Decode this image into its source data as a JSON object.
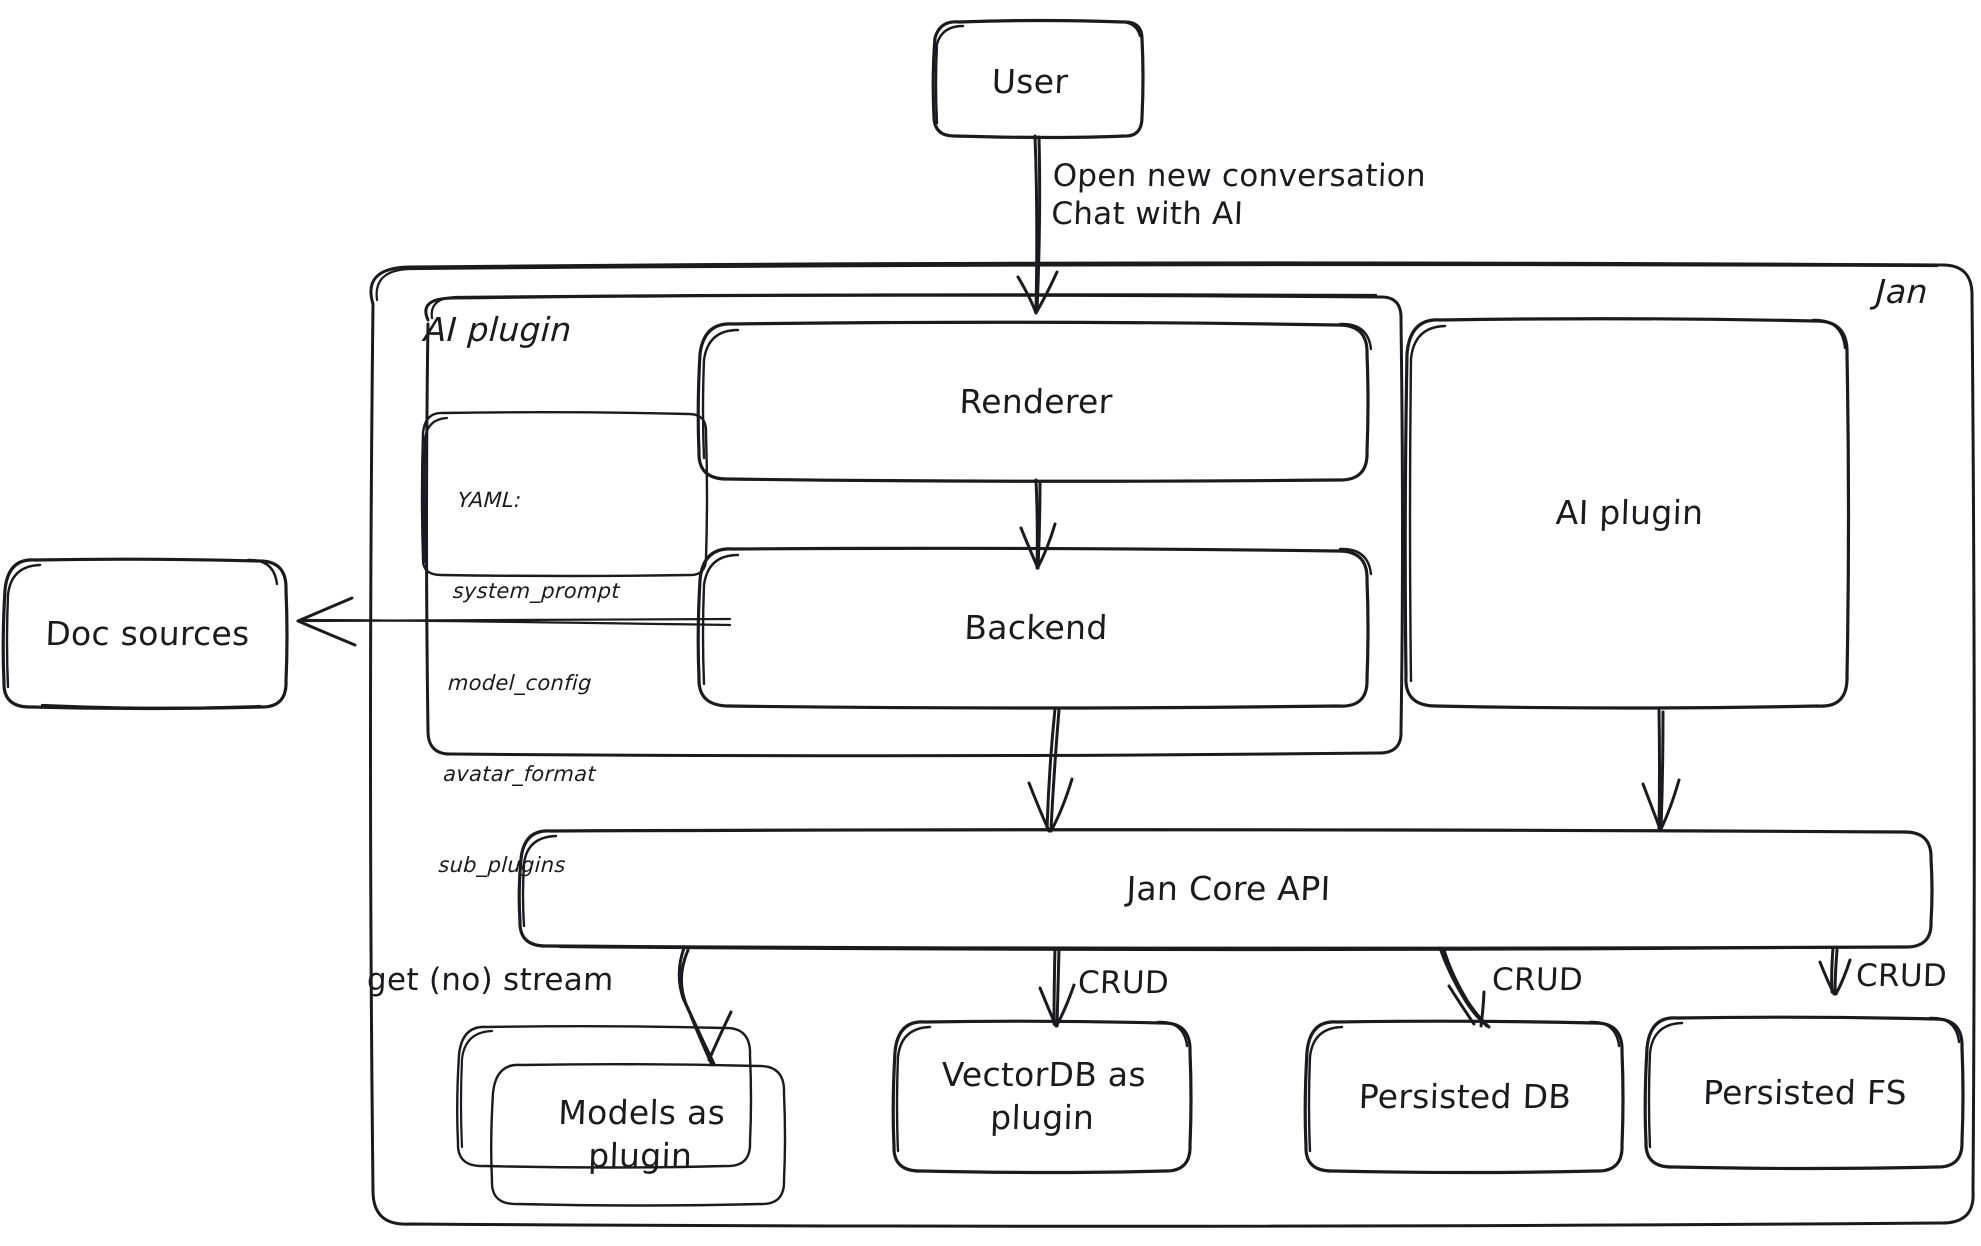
{
  "diagram": {
    "title": "Jan architecture overview",
    "style": "hand-drawn",
    "background_color": "#ffffff",
    "stroke_color": "#1b1b1f"
  },
  "nodes": {
    "user": {
      "label": "User"
    },
    "jan_container": {
      "label": "Jan"
    },
    "ai_plugin_container": {
      "label": "AI plugin"
    },
    "renderer": {
      "label": "Renderer"
    },
    "backend": {
      "label": "Backend"
    },
    "ai_plugin_right": {
      "label": "AI plugin"
    },
    "jan_core_api": {
      "label": "Jan Core API"
    },
    "doc_sources": {
      "label": "Doc sources"
    },
    "models_plugin": {
      "label": "Models as\nplugin"
    },
    "vectordb_plugin": {
      "label": "VectorDB as\nplugin"
    },
    "persisted_db": {
      "label": "Persisted DB"
    },
    "persisted_fs": {
      "label": "Persisted FS"
    }
  },
  "yaml_note": {
    "header": "YAML:",
    "keys": [
      "system_prompt",
      "model_config",
      "avatar_format",
      "sub_plugins"
    ]
  },
  "edge_labels": {
    "user_to_renderer": "Open new conversation\nChat with AI",
    "core_to_models": "get (no) stream",
    "core_to_vectordb": "CRUD",
    "core_to_persisted_db": "CRUD",
    "core_to_persisted_fs": "CRUD"
  }
}
